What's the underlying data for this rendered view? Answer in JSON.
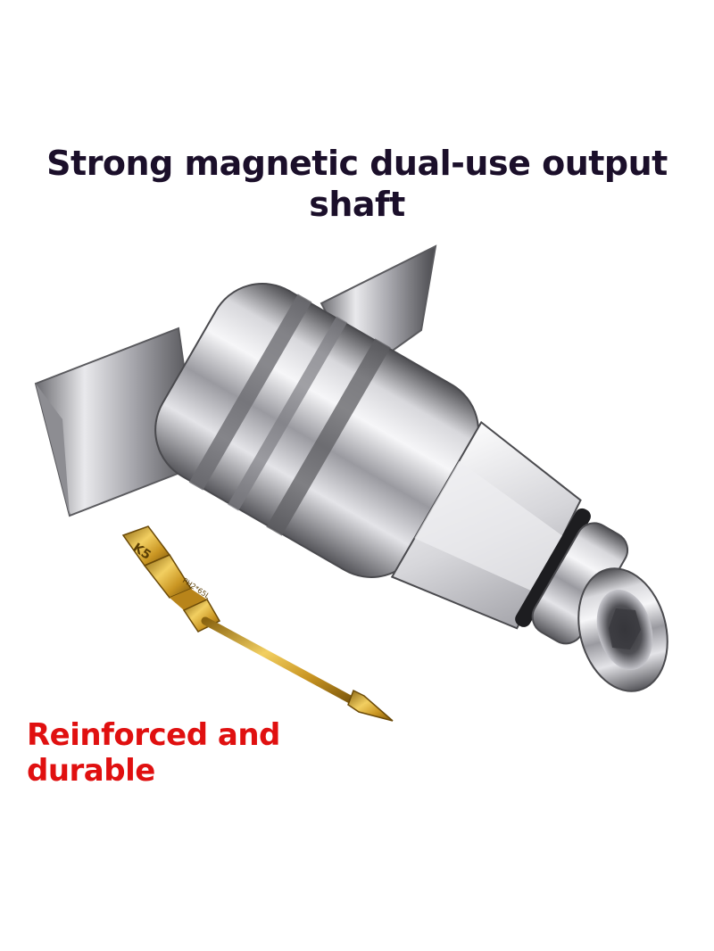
{
  "headline": "Strong magnetic dual-use output shaft",
  "callout": "Reinforced and durable",
  "bit_markings": {
    "size_code": "K5",
    "spec": "PH2*65L"
  },
  "colors": {
    "headline": "#1b0f2a",
    "callout": "#e01010",
    "metal_dark": "#5e5e62",
    "metal_light": "#f2f2f4",
    "bit_gold": "#d5a62b"
  }
}
